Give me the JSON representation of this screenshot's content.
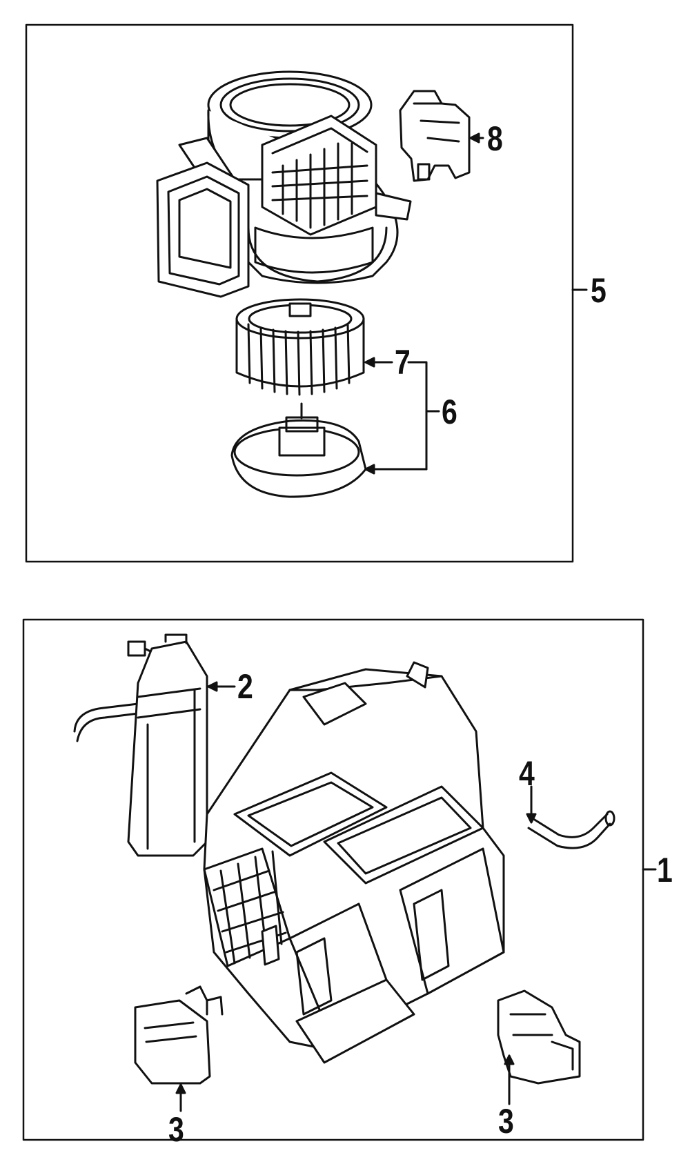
{
  "callouts": {
    "c1": "1",
    "c2": "2",
    "c3a": "3",
    "c3b": "3",
    "c4": "4",
    "c5": "5",
    "c6": "6",
    "c7": "7",
    "c8": "8"
  },
  "colors": {
    "ink": "#111111",
    "paper": "#ffffff"
  }
}
